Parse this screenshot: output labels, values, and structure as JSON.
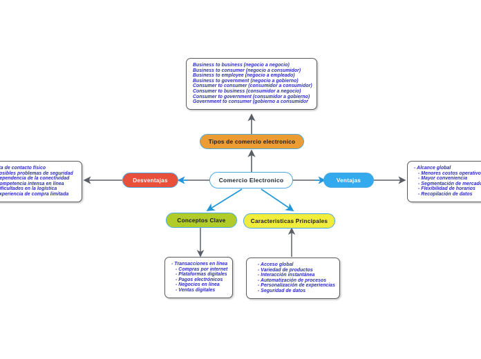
{
  "diagram": {
    "type": "mind-map",
    "title": "Comercio Electronico",
    "background": "#ffffff",
    "colors": {
      "center_fill": "#ffffff",
      "center_border": "#4aa8e0",
      "tipos_fill": "#ed9b33",
      "desventajas_fill": "#e8503c",
      "ventajas_fill": "#33aaee",
      "conceptos_fill": "#b1cc28",
      "caracteristicas_fill": "#f2ec3c",
      "note_text": "#2b2bc4",
      "note_border": "#5a5a5a",
      "edge_gray": "#5a5f66",
      "edge_blue": "#2196d8"
    }
  },
  "center_node": {
    "label": "Comercio Electronico"
  },
  "branches": {
    "tipos": {
      "label": "Tipos de comercio electronico"
    },
    "desventajas": {
      "label": "Desventajas"
    },
    "ventajas": {
      "label": "Ventajas"
    },
    "conceptos": {
      "label": "Conceptos Clave"
    },
    "caracteristicas": {
      "label": "Caracteristicas Principales"
    }
  },
  "notes": {
    "tipos": {
      "lines": [
        "Business to business (negocio a negocio)",
        "Business to consumer (negocio a consumidor)",
        "Business to employee (negocio a empleado)",
        "Business to government (negocio a gobierno)",
        "Consumer to consumer (consumidor a consumidor)",
        "Consumer to business (consumidor a negocio)",
        "Consumer to government (consumidor a gobierno)",
        "Government to consumer (gobierno a consumidor"
      ]
    },
    "desventajas": {
      "lines": [
        "- Falta de contacto físico",
        "- Posibles problemas de seguridad",
        "- Dependencia de la conectividad",
        "- Competencia intensa en línea",
        "- Dificultades en la logística",
        "- Experiencia de compra limitada"
      ]
    },
    "ventajas": {
      "lines": [
        "- Alcance global",
        "- Menores costos operativos",
        "- Mayor conveniencia",
        "- Segmentación de mercados",
        "- Flexibilidad de horarios",
        "- Recopilación de datos"
      ]
    },
    "conceptos": {
      "lines": [
        "- Transacciones en línea",
        "- Compras por internet",
        "- Plataformas digitales",
        "- Pagos electrónicos",
        "- Negocios en línea",
        "- Ventas digitales"
      ]
    },
    "caracteristicas": {
      "lines": [
        "- Acceso global",
        "- Variedad de productos",
        "- Interacción instantánea",
        "- Automatización de procesos",
        "- Personalización de experiencias",
        "- Seguridad de datos"
      ]
    }
  }
}
